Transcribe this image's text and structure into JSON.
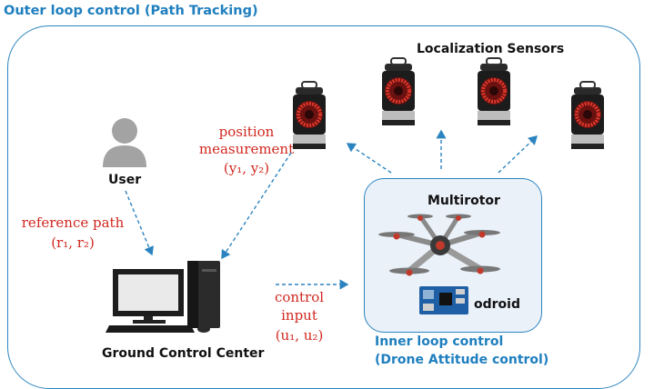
{
  "titles": {
    "outer_loop": "Outer loop control (Path Tracking)",
    "localization": "Localization Sensors",
    "user": "User",
    "multirotor": "Multirotor",
    "odroid": "odroid",
    "ground": "Ground Control Center",
    "inner_line1": "Inner loop control",
    "inner_line2": "(Drone Attitude control)"
  },
  "signals": {
    "position_line1": "position",
    "position_line2": "measurement",
    "position_vars": "(y₁, y₂)",
    "reference_line1": "reference path",
    "reference_vars": "(r₁, r₂)",
    "control_line1": "control",
    "control_line2": "input",
    "control_vars": "(u₁, u₂)"
  },
  "colors": {
    "frame_blue": "#2b84c0",
    "signal_red": "#d0271f",
    "inner_fill": "#eaf1f9"
  }
}
